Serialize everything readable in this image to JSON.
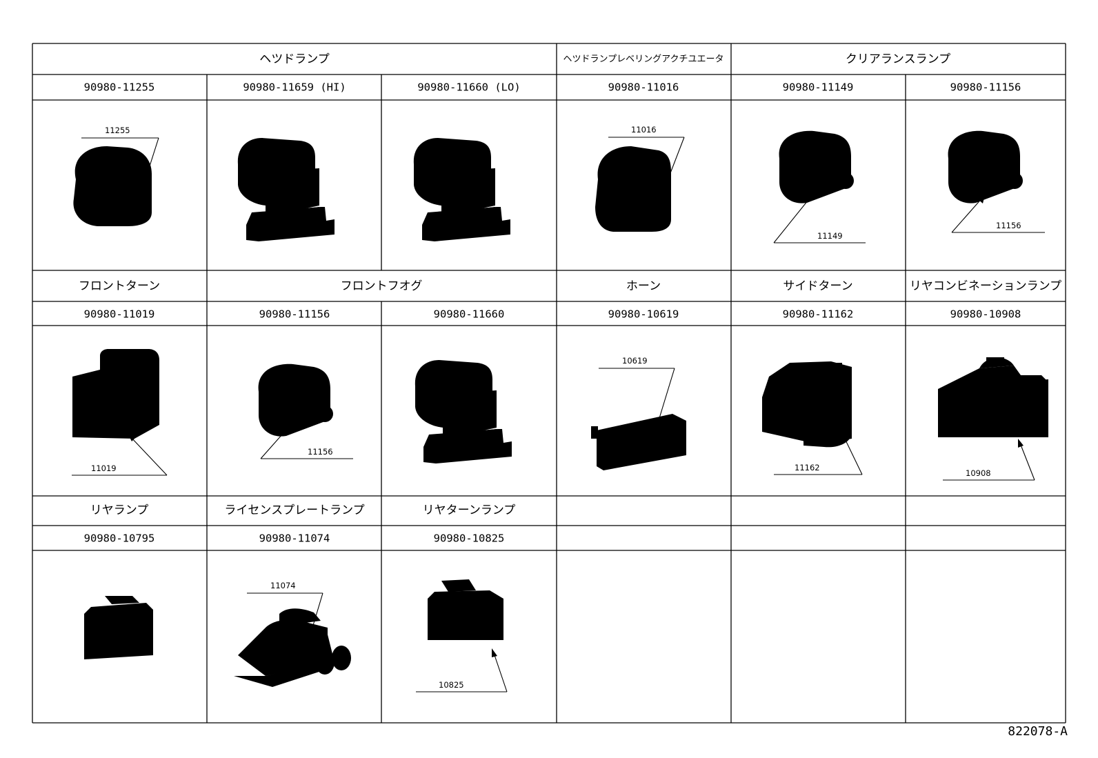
{
  "rows": [
    {
      "categories": [
        {
          "label": "ヘツドランプ"
        },
        {
          "label": "ヘツドランプレベリングアクチユエータ"
        },
        {
          "label": "クリアランスランプ"
        }
      ],
      "cells": [
        {
          "part_no": "90980-11255",
          "callout": "11255",
          "shape": "c-round-2pin"
        },
        {
          "part_no": "90980-11659 (HI)",
          "callout": "",
          "shape": "c-lock-clip"
        },
        {
          "part_no": "90980-11660 (LO)",
          "callout": "",
          "shape": "c-lock-clip"
        },
        {
          "part_no": "90980-11016",
          "callout": "11016",
          "shape": "c-ribbed-3pin"
        },
        {
          "part_no": "90980-11149",
          "callout": "11149",
          "shape": "c-small-2pin"
        },
        {
          "part_no": "90980-11156",
          "callout": "11156",
          "shape": "c-small-2pin"
        }
      ]
    },
    {
      "categories": [
        {
          "label": "フロントターン"
        },
        {
          "label": "フロントフオグ"
        },
        {
          "label": "ホーン"
        },
        {
          "label": "サイドターン"
        },
        {
          "label": "リヤコンビネーションランプ"
        }
      ],
      "cells": [
        {
          "part_no": "90980-11019",
          "callout": "11019",
          "shape": "c-boxy-2pin"
        },
        {
          "part_no": "90980-11156",
          "callout": "11156",
          "shape": "c-small-2pin"
        },
        {
          "part_no": "90980-11660",
          "callout": "",
          "shape": "c-lock-clip"
        },
        {
          "part_no": "90980-10619",
          "callout": "10619",
          "shape": "c-flat-blade"
        },
        {
          "part_no": "90980-11162",
          "callout": "11162",
          "shape": "c-hood-2pin"
        },
        {
          "part_no": "90980-10908",
          "callout": "10908",
          "shape": "c-wide-3slot"
        }
      ]
    },
    {
      "categories": [
        {
          "label": "リヤランプ"
        },
        {
          "label": "ライセンスプレートランプ"
        },
        {
          "label": "リヤターンランプ"
        }
      ],
      "cells": [
        {
          "part_no": "90980-10795",
          "callout": "",
          "shape": "c-mini-4slot"
        },
        {
          "part_no": "90980-11074",
          "callout": "11074",
          "shape": "c-inline-2pin"
        },
        {
          "part_no": "90980-10825",
          "callout": "10825",
          "shape": "c-mini-2slot"
        },
        {
          "part_no": "",
          "callout": "",
          "shape": ""
        },
        {
          "part_no": "",
          "callout": "",
          "shape": ""
        },
        {
          "part_no": "",
          "callout": "",
          "shape": ""
        }
      ]
    }
  ],
  "document_code": "822078-A"
}
